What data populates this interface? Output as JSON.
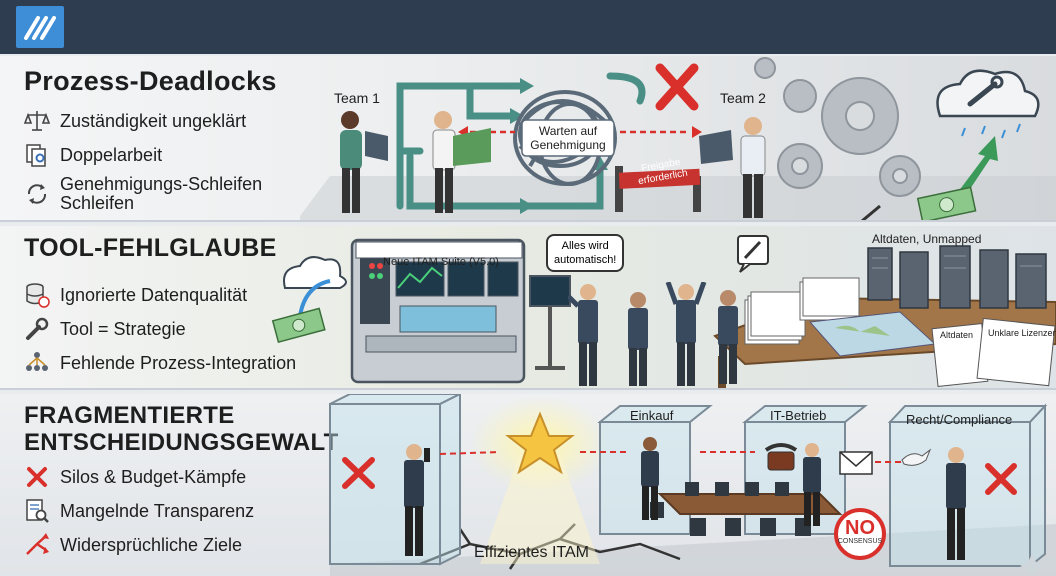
{
  "sections": [
    {
      "title": "Prozess-Deadlocks",
      "items": [
        {
          "icon": "scales-icon",
          "label": "Zuständigkeit ungeklärt"
        },
        {
          "icon": "duplicate-gear-document-icon",
          "label": "Doppelarbeit"
        },
        {
          "icon": "refresh-loop-icon",
          "label": "Genehmigungs-Schleifen\nSchleifen"
        }
      ],
      "scene": {
        "team1": "Team 1",
        "team2": "Team 2",
        "knot_label": "Warten auf\nGenehmigung",
        "barrier_sign": "Freigabe\nerforderlich"
      }
    },
    {
      "title": "TOOL-FEHLGLAUBE",
      "items": [
        {
          "icon": "database-icon",
          "label": "Ignorierte Datenqualität"
        },
        {
          "icon": "wrench-icon",
          "label": "Tool = Strategie"
        },
        {
          "icon": "people-network-icon",
          "label": "Fehlende Prozess-Integration"
        }
      ],
      "scene": {
        "machine_label": "Neue ITAM Suite (V5.0)",
        "speech": "Alles wird\nautomatisch!",
        "servers_label": "Altdaten, Unmapped",
        "doc1": "Altdaten",
        "doc2": "Unklare Lizenzen"
      }
    },
    {
      "title": "FRAGMENTIERTE\nENTSCHEIDUNGSGEWALT",
      "items": [
        {
          "icon": "red-x-icon",
          "label": "Silos & Budget-Kämpfe"
        },
        {
          "icon": "document-search-icon",
          "label": "Mangelnde Transparenz"
        },
        {
          "icon": "diverging-arrows-icon",
          "label": "Widersprüchliche Ziele"
        }
      ],
      "scene": {
        "box_einkauf": "Einkauf",
        "box_it": "IT-Betrieb",
        "box_recht": "Recht/Compliance",
        "floor_label": "Effizientes ITAM",
        "stamp_big": "NO",
        "stamp_small": "CONSENSUS"
      }
    }
  ],
  "colors": {
    "topbar": "#2e3d4f",
    "logo": "#3d8ed6",
    "accent_red": "#d9302c",
    "arrow_teal": "#4a8f86",
    "glass": "#bfe0ea"
  }
}
